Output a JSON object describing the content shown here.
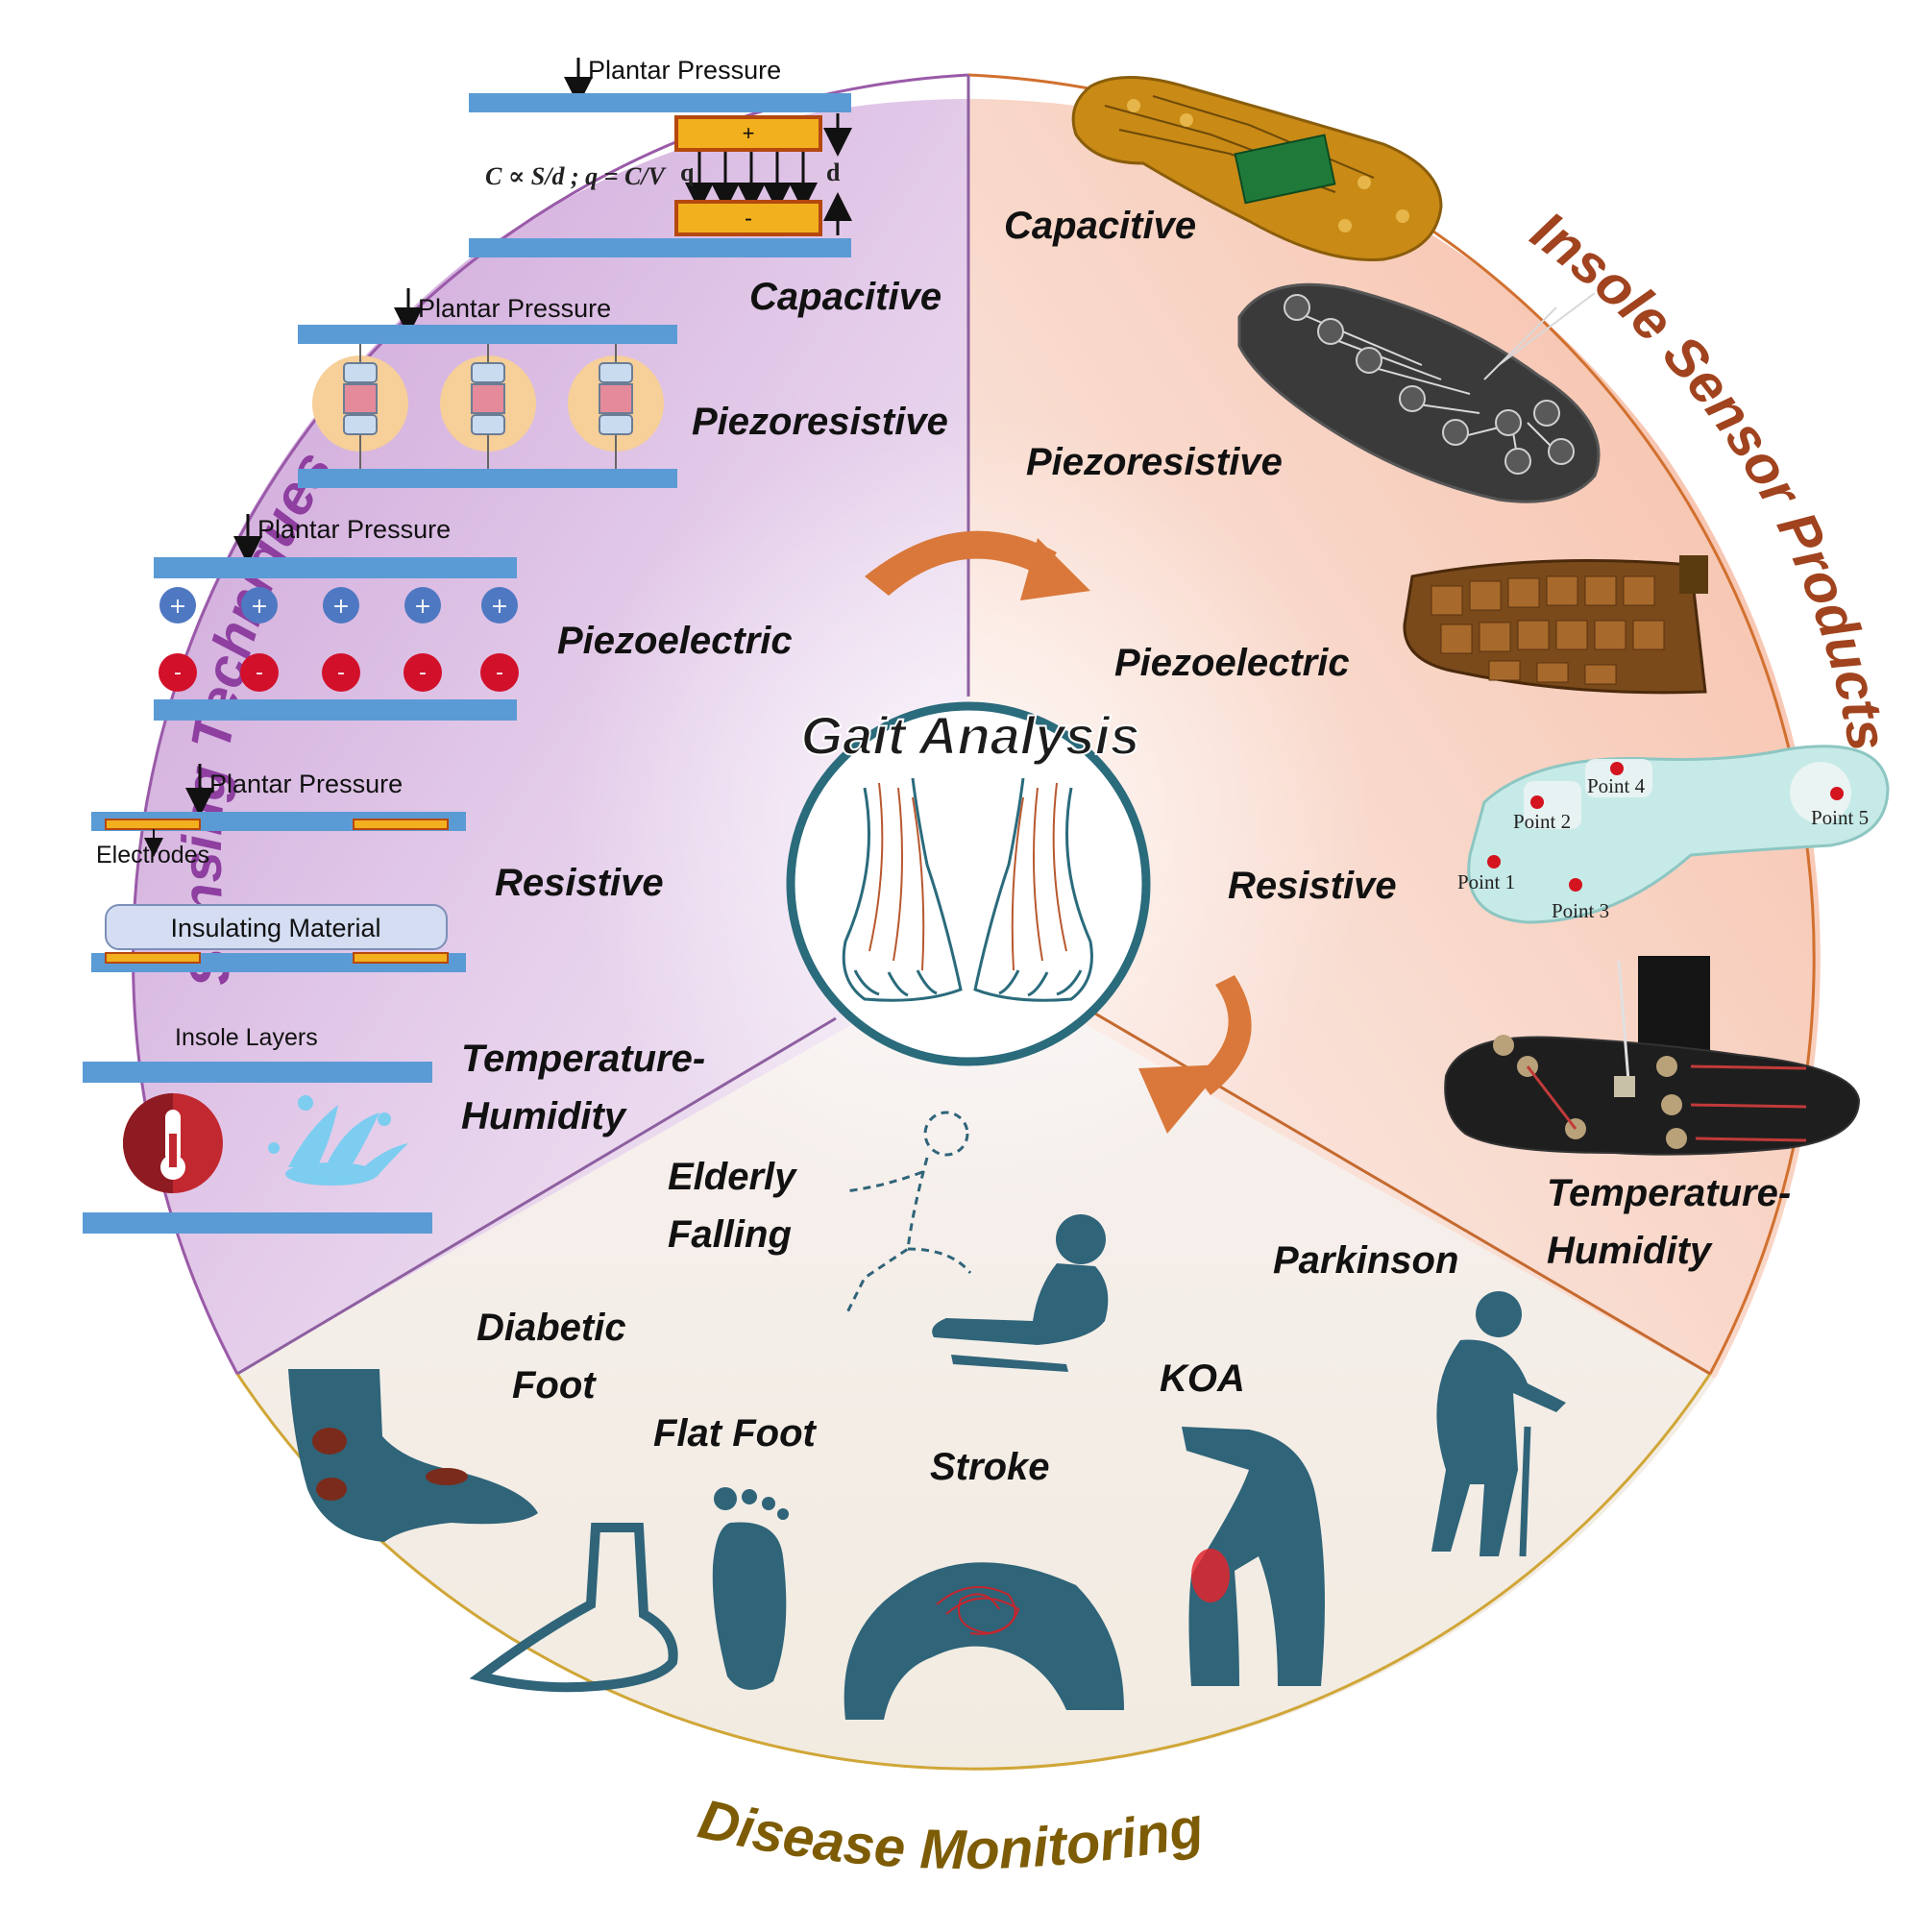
{
  "center": {
    "title": "Gait Analysis"
  },
  "section_titles": {
    "sensing": "Sensing Techniques",
    "products": "Insole Sensor Products",
    "disease": "Disease Monitoring"
  },
  "colors": {
    "sensing_title": "#8e3fa0",
    "products_title": "#a0431e",
    "disease_title": "#7d5c05",
    "plate_blue": "#5b9bd5",
    "electrode_orange": "#f2b01e",
    "arrow_orange": "#d9783a",
    "silhouette_teal": "#2f6479",
    "ring_teal": "#2a6b7c"
  },
  "sensing": {
    "capacitive": {
      "label": "Capacitive",
      "pressure": "Plantar Pressure",
      "formula_lhs": "C ∝ S/d ; q = C/V",
      "q_label": "q",
      "d_label": "d",
      "plus": "+",
      "minus": "-"
    },
    "piezoresistive": {
      "label": "Piezoresistive",
      "pressure": "Plantar Pressure"
    },
    "piezoelectric": {
      "label": "Piezoelectric",
      "pressure": "Plantar Pressure"
    },
    "resistive": {
      "label": "Resistive",
      "pressure": "Plantar Pressure",
      "electrodes": "Electrodes",
      "insulating": "Insulating Material"
    },
    "temperature": {
      "label_line1": "Temperature-",
      "label_line2": "Humidity",
      "layers": "Insole Layers"
    }
  },
  "products": {
    "capacitive": "Capacitive",
    "piezoresistive": "Piezoresistive",
    "piezoelectric": "Piezoelectric",
    "resistive": "Resistive",
    "temperature_line1": "Temperature-",
    "temperature_line2": "Humidity",
    "points": [
      "Point 1",
      "Point 2",
      "Point 3",
      "Point 4",
      "Point 5"
    ]
  },
  "disease": {
    "elderly_line1": "Elderly",
    "elderly_line2": "Falling",
    "diabetic_line1": "Diabetic",
    "diabetic_line2": "Foot",
    "flat_foot": "Flat Foot",
    "stroke": "Stroke",
    "koa": "KOA",
    "parkinson": "Parkinson"
  }
}
